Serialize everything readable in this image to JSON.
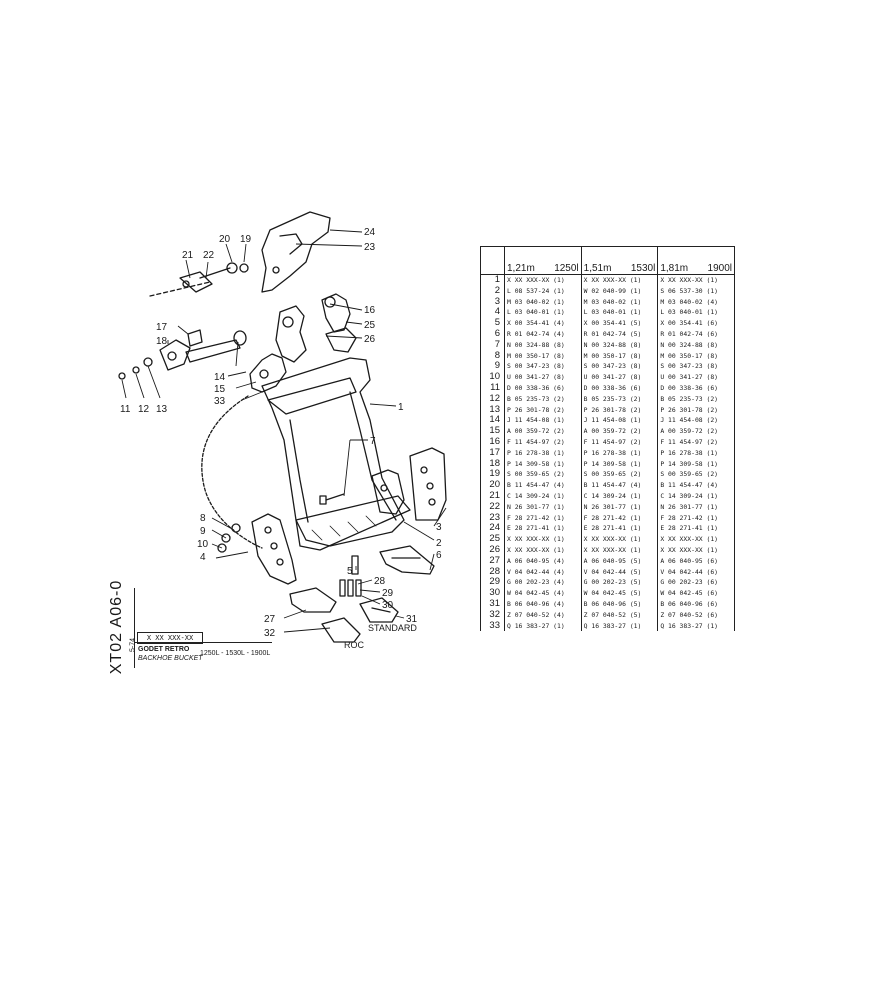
{
  "sheet": {
    "code": "XT02 A06-0",
    "sub_code": "5-74",
    "reference": "X XX XXX-XX",
    "title_fr": "GODET RETRO",
    "title_en": "BACKHOE BUCKET",
    "capacities": "1250L - 1530L - 1900L"
  },
  "drawing": {
    "labels": {
      "standard": "STANDARD",
      "roc": "ROC"
    },
    "callouts": [
      "1",
      "2",
      "3",
      "4",
      "5",
      "6",
      "7",
      "8",
      "9",
      "10",
      "11",
      "12",
      "13",
      "14",
      "15",
      "16",
      "17",
      "18",
      "19",
      "20",
      "21",
      "22",
      "23",
      "24",
      "25",
      "26",
      "27",
      "28",
      "29",
      "30",
      "31",
      "32",
      "33"
    ]
  },
  "table": {
    "columns": [
      {
        "capacity": "1,21m",
        "volume": "1250l"
      },
      {
        "capacity": "1,51m",
        "volume": "1530l"
      },
      {
        "capacity": "1,81m",
        "volume": "1900l"
      }
    ],
    "rows": [
      {
        "n": "1",
        "c1": "X XX XXX-XX (1)",
        "c2": "X XX XXX-XX (1)",
        "c3": "X XX XXX-XX (1)"
      },
      {
        "n": "2",
        "c1": "L 08 537-24 (1)",
        "c2": "W 02 040-99 (1)",
        "c3": "S 06 537-30 (1)"
      },
      {
        "n": "3",
        "c1": "M 03 040-02 (1)",
        "c2": "M 03 040-02 (1)",
        "c3": "M 03 040-02 (4)"
      },
      {
        "n": "4",
        "c1": "L 03 040-01 (1)",
        "c2": "L 03 040-01 (1)",
        "c3": "L 03 040-01 (1)"
      },
      {
        "n": "5",
        "c1": "X 00 354-41 (4)",
        "c2": "X 00 354-41 (5)",
        "c3": "X 00 354-41 (6)"
      },
      {
        "n": "6",
        "c1": "R 01 042-74 (4)",
        "c2": "R 01 042-74 (5)",
        "c3": "R 01 042-74 (6)"
      },
      {
        "n": "7",
        "c1": "N 00 324-88 (8)",
        "c2": "N 00 324-88 (8)",
        "c3": "N 00 324-88 (8)"
      },
      {
        "n": "8",
        "c1": "M 00 350-17 (8)",
        "c2": "M 00 350-17 (8)",
        "c3": "M 00 350-17 (8)"
      },
      {
        "n": "9",
        "c1": "S 00 347-23 (8)",
        "c2": "S 00 347-23 (8)",
        "c3": "S 00 347-23 (8)"
      },
      {
        "n": "10",
        "c1": "U 00 341-27 (8)",
        "c2": "U 00 341-27 (8)",
        "c3": "U 00 341-27 (8)"
      },
      {
        "n": "11",
        "c1": "D 00 338-36 (6)",
        "c2": "D 00 338-36 (6)",
        "c3": "D 00 338-36 (6)"
      },
      {
        "n": "12",
        "c1": "B 05 235-73 (2)",
        "c2": "B 05 235-73 (2)",
        "c3": "B 05 235-73 (2)"
      },
      {
        "n": "13",
        "c1": "P 26 301-78 (2)",
        "c2": "P 26 301-78 (2)",
        "c3": "P 26 301-78 (2)"
      },
      {
        "n": "14",
        "c1": "J 11 454-08 (1)",
        "c2": "J 11 454-08 (1)",
        "c3": "J 11 454-08 (2)"
      },
      {
        "n": "15",
        "c1": "A 00 359-72 (2)",
        "c2": "A 00 359-72 (2)",
        "c3": "A 00 359-72 (2)"
      },
      {
        "n": "16",
        "c1": "F 11 454-97 (2)",
        "c2": "F 11 454-97 (2)",
        "c3": "F 11 454-97 (2)"
      },
      {
        "n": "17",
        "c1": "P 16 278-38 (1)",
        "c2": "P 16 278-38 (1)",
        "c3": "P 16 278-38 (1)"
      },
      {
        "n": "18",
        "c1": "P 14 309-58 (1)",
        "c2": "P 14 309-58 (1)",
        "c3": "P 14 309-58 (1)"
      },
      {
        "n": "19",
        "c1": "S 00 359-65 (2)",
        "c2": "S 00 359-65 (2)",
        "c3": "S 00 359-65 (2)"
      },
      {
        "n": "20",
        "c1": "B 11 454-47 (4)",
        "c2": "B 11 454-47 (4)",
        "c3": "B 11 454-47 (4)"
      },
      {
        "n": "21",
        "c1": "C 14 309-24 (1)",
        "c2": "C 14 309-24 (1)",
        "c3": "C 14 309-24 (1)"
      },
      {
        "n": "22",
        "c1": "N 26 301-77 (1)",
        "c2": "N 26 301-77 (1)",
        "c3": "N 26 301-77 (1)"
      },
      {
        "n": "23",
        "c1": "F 28 271-42 (1)",
        "c2": "F 28 271-42 (1)",
        "c3": "F 28 271-42 (1)"
      },
      {
        "n": "24",
        "c1": "E 28 271-41 (1)",
        "c2": "E 28 271-41 (1)",
        "c3": "E 28 271-41 (1)"
      },
      {
        "n": "25",
        "c1": "X XX XXX-XX (1)",
        "c2": "X XX XXX-XX (1)",
        "c3": "X XX XXX-XX (1)"
      },
      {
        "n": "26",
        "c1": "X XX XXX-XX (1)",
        "c2": "X XX XXX-XX (1)",
        "c3": "X XX XXX-XX (1)"
      },
      {
        "n": "27",
        "c1": "A 06 040-95 (4)",
        "c2": "A 06 040-95 (5)",
        "c3": "A 06 040-95 (6)"
      },
      {
        "n": "28",
        "c1": "V 04 042-44 (4)",
        "c2": "V 04 042-44 (5)",
        "c3": "V 04 042-44 (6)"
      },
      {
        "n": "29",
        "c1": "G 00 202-23 (4)",
        "c2": "G 00 202-23 (5)",
        "c3": "G 00 202-23 (6)"
      },
      {
        "n": "30",
        "c1": "W 04 042-45 (4)",
        "c2": "W 04 042-45 (5)",
        "c3": "W 04 042-45 (6)"
      },
      {
        "n": "31",
        "c1": "B 06 040-96 (4)",
        "c2": "B 06 040-96 (5)",
        "c3": "B 06 040-96 (6)"
      },
      {
        "n": "32",
        "c1": "Z 07 040-52 (4)",
        "c2": "Z 07 040-52 (5)",
        "c3": "Z 07 040-52 (6)"
      },
      {
        "n": "33",
        "c1": "Q 16 383-27 (1)",
        "c2": "Q 16 383-27 (1)",
        "c3": "Q 16 383-27 (1)"
      }
    ]
  }
}
